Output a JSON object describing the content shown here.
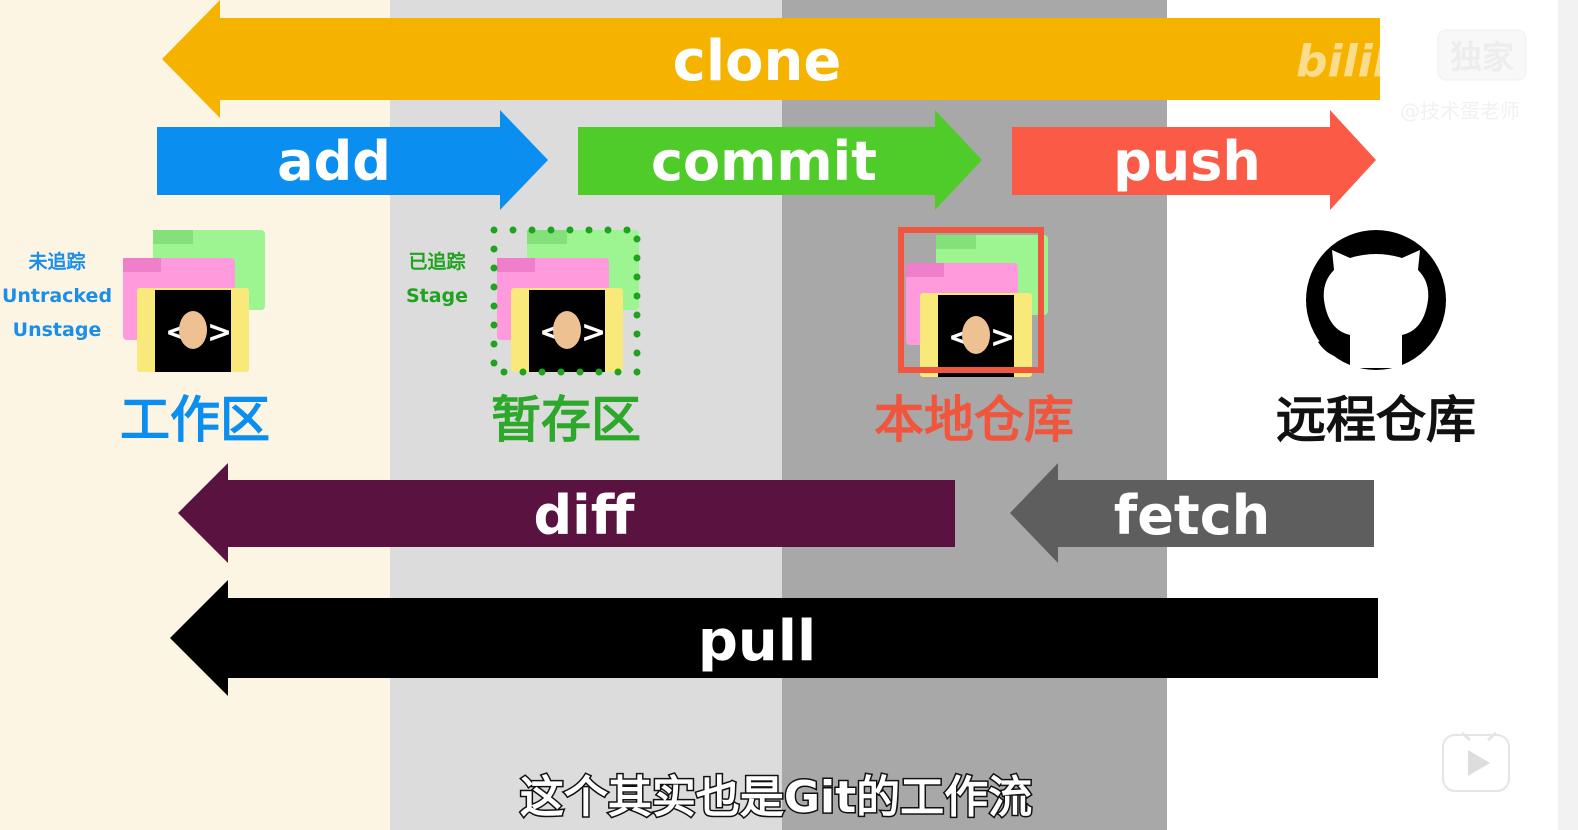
{
  "colors": {
    "worktree_bg": "#fdf5e4",
    "stage_bg": "#dcdcdc",
    "local_bg": "#a8a8a8",
    "remote_bg": "#ffffff",
    "clone": "#f5b300",
    "add": "#0a8ff0",
    "commit": "#4fcc2a",
    "push": "#fa5a46",
    "diff": "#5a1240",
    "fetch": "#5e5e5e",
    "pull": "#000000"
  },
  "arrows": {
    "clone": "clone",
    "add": "add",
    "commit": "commit",
    "push": "push",
    "diff": "diff",
    "fetch": "fetch",
    "pull": "pull"
  },
  "zones": {
    "worktree": {
      "title": "工作区",
      "notes": [
        "未追踪",
        "Untracked",
        "Unstage"
      ]
    },
    "stage": {
      "title": "暂存区",
      "notes": [
        "已追踪",
        "Stage"
      ]
    },
    "local": {
      "title": "本地仓库"
    },
    "remote": {
      "title": "远程仓库",
      "icon": "github-icon"
    }
  },
  "subtitle": "这个其实也是Git的工作流",
  "watermark": {
    "brand": "bilibili",
    "badge": "独家",
    "author": "@技术蛋老师"
  }
}
